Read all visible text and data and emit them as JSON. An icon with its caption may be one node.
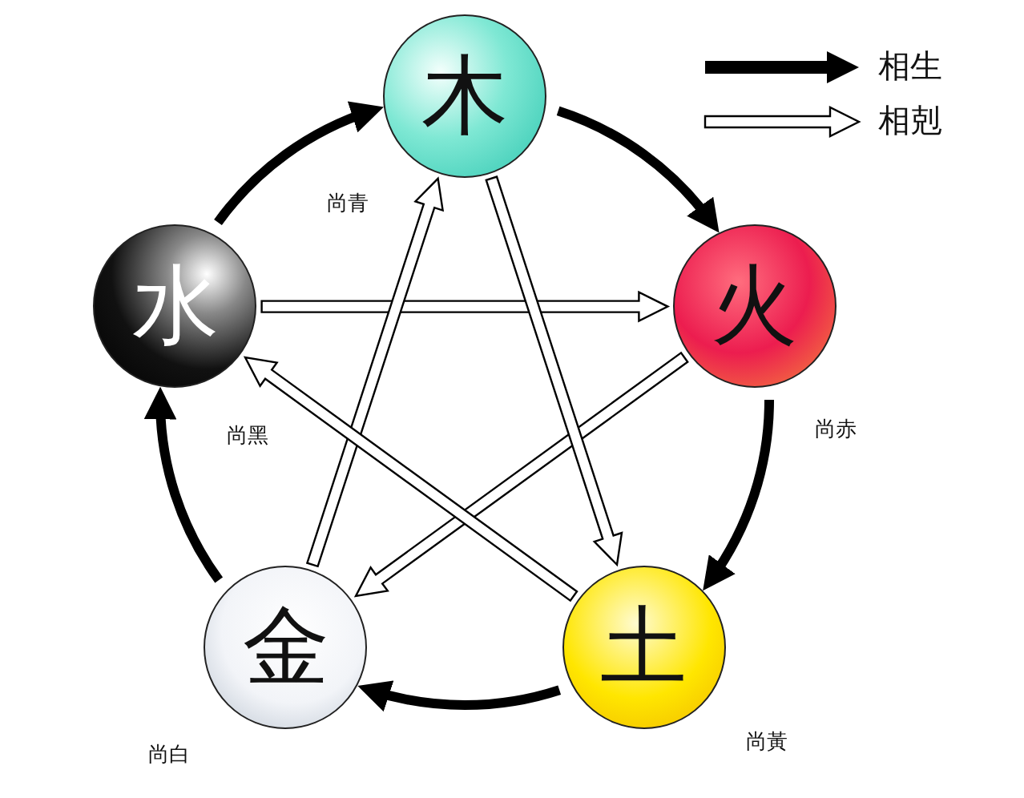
{
  "diagram": {
    "nodes": [
      {
        "text": [
          "木"
        ],
        "beside": [
          "尚青"
        ]
      },
      {
        "text": [
          "火"
        ],
        "beside": [
          "尚赤"
        ]
      },
      {
        "text": [
          "土"
        ],
        "beside": [
          "尚黃"
        ]
      },
      {
        "text": [
          "金"
        ],
        "beside": [
          "尚白"
        ]
      },
      {
        "text": [
          "水"
        ],
        "beside": [
          "尚黑"
        ]
      }
    ],
    "edges": [
      {
        "from": 0,
        "to": 1,
        "arrow": "to"
      },
      {
        "from": 1,
        "to": 2,
        "arrow": "to"
      },
      {
        "from": 2,
        "to": 3,
        "arrow": "to"
      },
      {
        "from": 3,
        "to": 4,
        "arrow": "to"
      },
      {
        "from": 4,
        "to": 0,
        "arrow": "to"
      },
      {
        "from": 4,
        "to": 1,
        "arrow": "to",
        "color": "#ffffff"
      },
      {
        "from": 1,
        "to": 3,
        "arrow": "to",
        "color": "#ffffff"
      },
      {
        "from": 3,
        "to": 0,
        "arrow": "to",
        "color": "#ffffff"
      },
      {
        "from": 0,
        "to": 2,
        "arrow": "to",
        "color": "#ffffff"
      },
      {
        "from": 2,
        "to": 4,
        "arrow": "to",
        "color": "#ffffff"
      }
    ],
    "legend": [
      {
        "text": "相生"
      },
      {
        "text": "相剋"
      }
    ]
  }
}
